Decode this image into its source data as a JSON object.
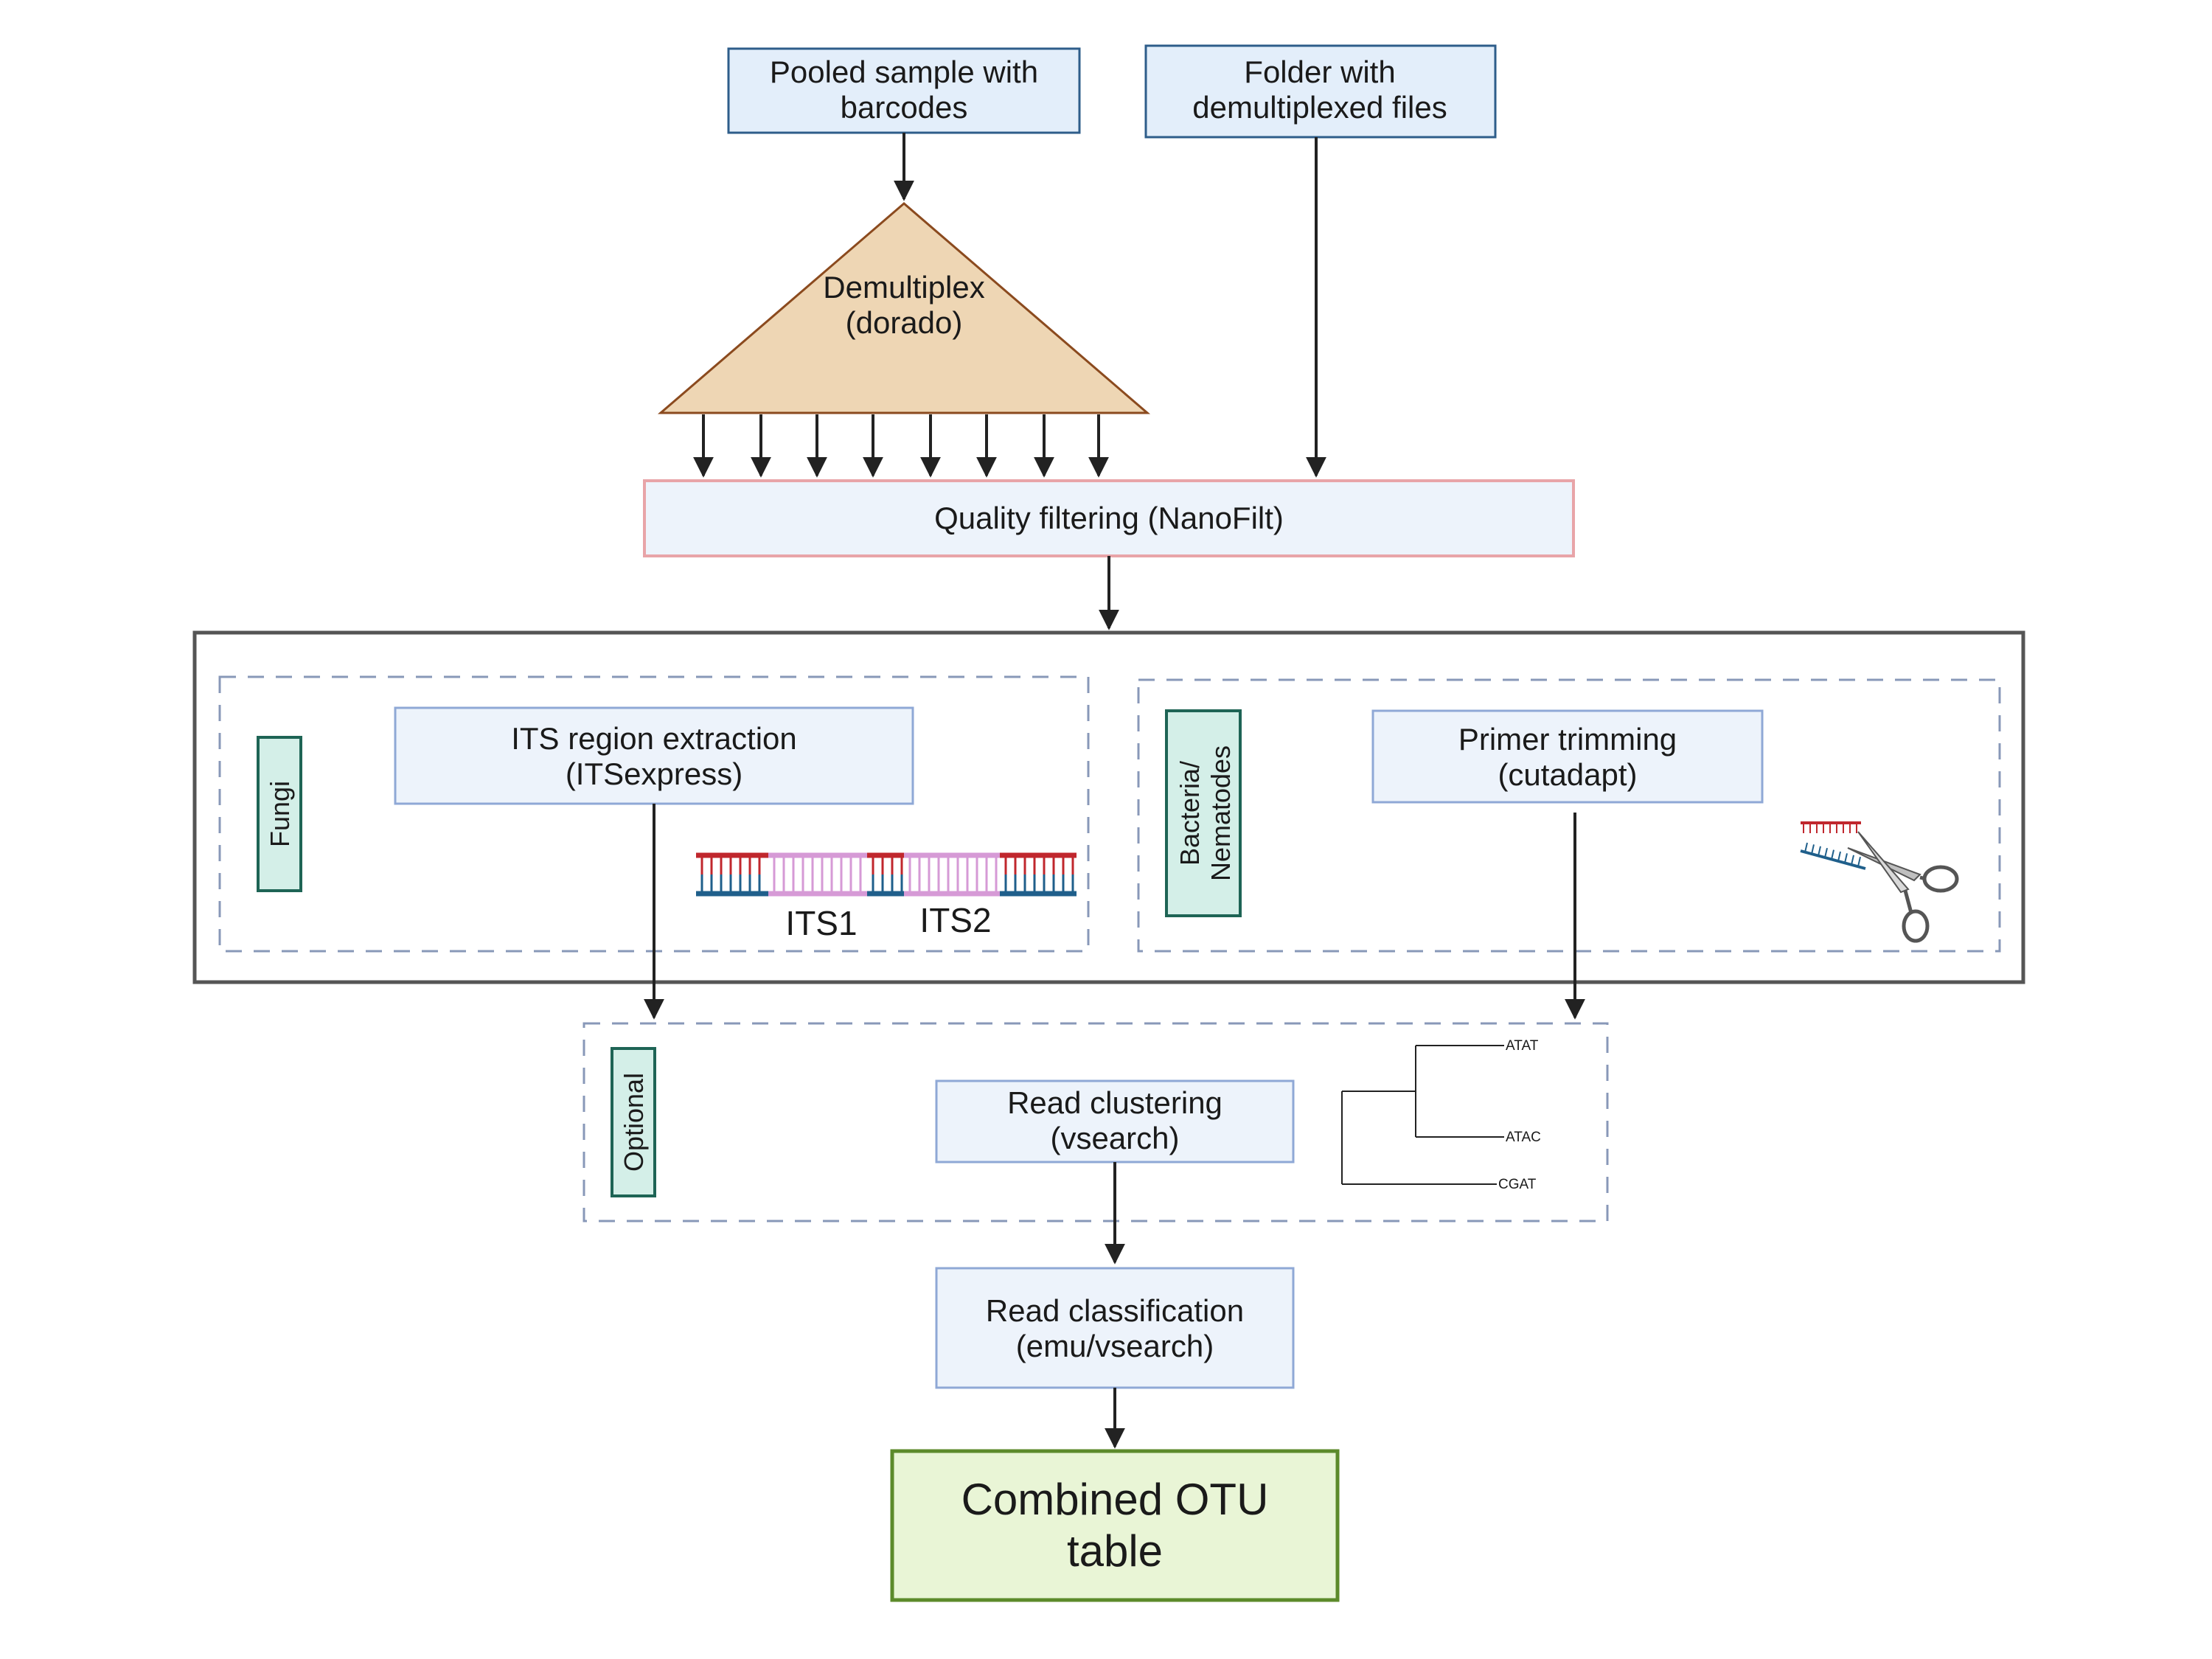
{
  "colors": {
    "box_fill": "#e3eefa",
    "box_stroke": "#2e5d8a",
    "step_fill": "#edf3fb",
    "step_stroke": "#8fa8d6",
    "triangle_fill": "#eed6b4",
    "triangle_stroke": "#8b4a1e",
    "quality_stroke": "#e8a4a8",
    "tag_fill": "#d4efe8",
    "tag_stroke": "#1e6455",
    "otu_fill": "#e9f5d6",
    "otu_stroke": "#5c8a2b",
    "dashed": "#8898b8",
    "frame": "#555555",
    "arrow": "#222222",
    "dna_red": "#c0272d",
    "dna_blue": "#1f5f8b",
    "dna_pink": "#d69ad6"
  },
  "inputs": {
    "pooled": [
      "Pooled sample with",
      "barcodes"
    ],
    "folder": [
      "Folder with",
      "demultiplexed files"
    ]
  },
  "demultiplex": [
    "Demultiplex",
    "(dorado)"
  ],
  "quality": "Quality filtering (NanoFilt)",
  "fungi": {
    "tag": "Fungi",
    "step": [
      "ITS region extraction",
      "(ITSexpress)"
    ],
    "its1": "ITS1",
    "its2": "ITS2"
  },
  "bacteria": {
    "tag": [
      "Bacteria/",
      "Nematodes"
    ],
    "step": [
      "Primer trimming",
      "(cutadapt)"
    ]
  },
  "optional": {
    "tag": "Optional",
    "step": [
      "Read clustering",
      "(vsearch)"
    ],
    "tree_leaves": [
      "ATAT",
      "ATAC",
      "CGAT"
    ]
  },
  "classification": [
    "Read classification",
    "(emu/vsearch)"
  ],
  "output": [
    "Combined OTU",
    "table"
  ],
  "icons": [
    "dna-its-icon",
    "scissors-dna-icon",
    "phylogenetic-tree-icon"
  ]
}
